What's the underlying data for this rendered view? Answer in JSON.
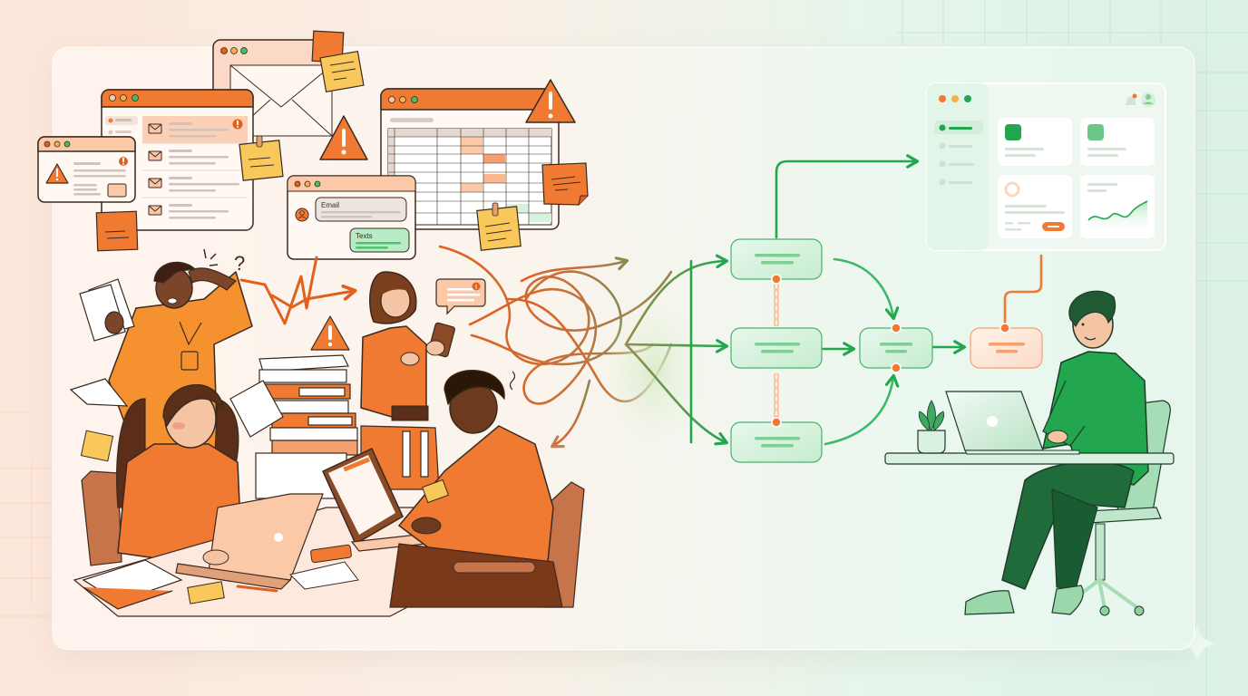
{
  "illustration": {
    "theme": "chaos-to-automated-workflow",
    "left_panel": {
      "chat_window": {
        "incoming_bubble_label": "Email",
        "outgoing_bubble_label": "Texts"
      },
      "question_mark": "?",
      "warning_glyph": "!",
      "alert_glyph": "!"
    },
    "right_panel": {
      "dashboard": {
        "sidebar_items": 4,
        "cards": 4
      },
      "workflow_nodes": 5
    }
  },
  "colors": {
    "orange": "#f07a32",
    "orange_dark": "#e0601e",
    "orange_light": "#f9c7a8",
    "peach_bg": "#fde6da",
    "sticky_yellow": "#f8c95a",
    "green": "#22a74f",
    "green_dark": "#1f6b3a",
    "green_light": "#cdefd6",
    "mint_bg": "#dcf2e6",
    "outline": "#3a2a20",
    "skin_dark": "#7a4528",
    "skin_light": "#f4c4a4",
    "hair_brown": "#5a2e18"
  }
}
